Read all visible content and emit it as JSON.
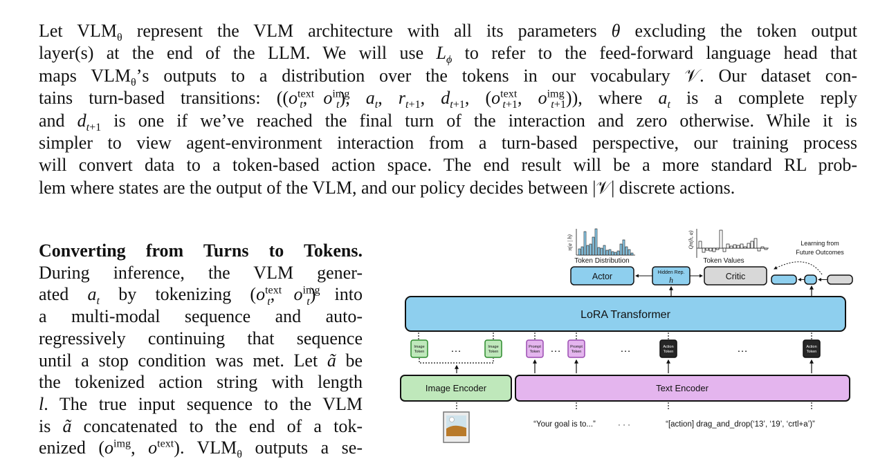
{
  "paragraph": {
    "lines": [
      "Let VLMθ represent the VLM architecture with all its parameters θ excluding the token output",
      "layer(s) at the end of the LLM. We will use Lφ to refer to the feed-forward language head that",
      "maps VLMθ’s outputs to a distribution over the tokens in our vocabulary 𝒱. Our dataset con-",
      "tains turn-based transitions: ((oₜᵗᵉˣᵗ, oₜⁱᵐᵍ), aₜ, rₜ₊₁, dₜ₊₁, (oₜ₊₁ᵗᵉˣᵗ, oₜ₊₁ⁱᵐᵍ)), where aₜ is a complete reply",
      "and dₜ₊₁ is one if we’ve reached the final turn of the interaction and zero otherwise. While it is",
      "simpler to view agent-environment interaction from a turn-based perspective, our training process",
      "will convert data to a token-based action space. The end result will be a more standard RL prob-",
      "lem where states are the output of the VLM, and our policy decides between |𝒱| discrete actions."
    ]
  },
  "left_column": {
    "heading": "Converting from Turns to Tokens.",
    "lines": [
      "During inference, the VLM gener-",
      "ated aₜ by tokenizing (oₜᵗᵉˣᵗ, oₜⁱᵐᵍ) into",
      "a multi-modal sequence and auto-",
      "regressively continuing that sequence",
      "until a stop condition was met. Let ã be",
      "the tokenized action string with length",
      "l. The true input sequence to the VLM",
      "is ã concatenated to the end of a tok-",
      "enized (oⁱᵐᵍ, oᵗᵉˣᵗ). VLMθ outputs a se-"
    ]
  },
  "figure": {
    "lora_label": "LoRA Transformer",
    "image_encoder_label": "Image Encoder",
    "text_encoder_label": "Text Encoder",
    "actor_label": "Actor",
    "critic_label": "Critic",
    "hidden_rep_label": "Hidden Rep.",
    "hidden_rep_symbol": "h",
    "token_distribution_label": "Token Distribution",
    "token_values_label": "Token Values",
    "pi_axis_label": "π(a | h)",
    "q_axis_label": "Qπ(h, a)",
    "learning_label_1": "Learning from",
    "learning_label_2": "Future Outcomes",
    "image_token_label": [
      "Image",
      "Token"
    ],
    "prompt_token_label": [
      "Prompt",
      "Token"
    ],
    "action_token_label": [
      "Action",
      "Token"
    ],
    "ellipsis": "…",
    "text_input_1": "“Your goal is to...”",
    "text_input_sep": "· · ·",
    "text_input_2": "“[action] drag_and_drop(‘13’, ‘19’, ‘crtl+a’)”",
    "colors": {
      "blue_fill": "#8ecfee",
      "green_fill": "#bfe8bb",
      "purple_fill": "#e4b5ee",
      "gray_fill": "#d8d8d8",
      "dark_token": "#262626"
    }
  }
}
